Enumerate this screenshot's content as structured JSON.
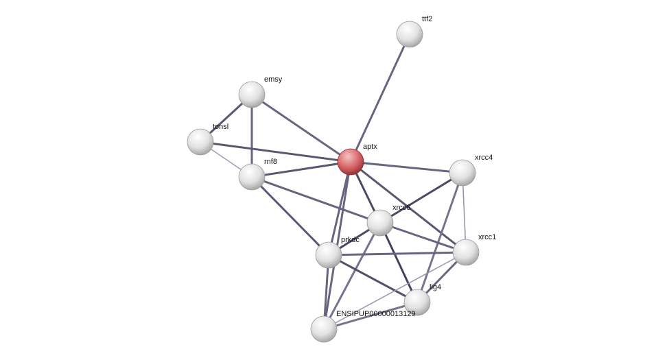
{
  "network": {
    "query_color": "#d9666a",
    "node_color": "#e4e4e4",
    "nodes": [
      {
        "id": "ttf2",
        "label": "ttf2",
        "query": false
      },
      {
        "id": "emsy",
        "label": "emsy",
        "query": false
      },
      {
        "id": "tonsl",
        "label": "tonsl",
        "query": false
      },
      {
        "id": "aptx",
        "label": "aptx",
        "query": true
      },
      {
        "id": "rnf8",
        "label": "rnf8",
        "query": false
      },
      {
        "id": "xrcc4",
        "label": "xrcc4",
        "query": false
      },
      {
        "id": "xrcc6",
        "label": "xrcc6",
        "query": false
      },
      {
        "id": "prkdc",
        "label": "prkdc",
        "query": false
      },
      {
        "id": "xrcc1",
        "label": "xrcc1",
        "query": false
      },
      {
        "id": "lig4",
        "label": "lig4",
        "query": false
      },
      {
        "id": "ensipup",
        "label": "ENSIPUP00000013129",
        "query": false
      }
    ],
    "edges": [
      [
        "ttf2",
        "aptx",
        0.7
      ],
      [
        "emsy",
        "aptx",
        0.7
      ],
      [
        "emsy",
        "tonsl",
        0.8
      ],
      [
        "emsy",
        "rnf8",
        0.7
      ],
      [
        "tonsl",
        "aptx",
        0.8
      ],
      [
        "tonsl",
        "rnf8",
        0.3
      ],
      [
        "rnf8",
        "aptx",
        0.8
      ],
      [
        "rnf8",
        "xrcc6",
        0.7
      ],
      [
        "rnf8",
        "prkdc",
        0.8
      ],
      [
        "aptx",
        "xrcc4",
        0.7
      ],
      [
        "aptx",
        "xrcc6",
        0.9
      ],
      [
        "aptx",
        "prkdc",
        0.7
      ],
      [
        "aptx",
        "xrcc1",
        0.8
      ],
      [
        "aptx",
        "ensipup",
        0.7
      ],
      [
        "xrcc4",
        "xrcc6",
        0.9
      ],
      [
        "xrcc4",
        "xrcc1",
        0.4
      ],
      [
        "xrcc4",
        "lig4",
        0.6
      ],
      [
        "xrcc6",
        "prkdc",
        0.9
      ],
      [
        "xrcc6",
        "xrcc1",
        0.7
      ],
      [
        "xrcc6",
        "lig4",
        0.95
      ],
      [
        "xrcc6",
        "ensipup",
        0.6
      ],
      [
        "prkdc",
        "xrcc1",
        0.7
      ],
      [
        "prkdc",
        "lig4",
        0.85
      ],
      [
        "prkdc",
        "ensipup",
        0.7
      ],
      [
        "xrcc1",
        "lig4",
        0.7
      ],
      [
        "xrcc1",
        "ensipup",
        0.35
      ],
      [
        "lig4",
        "ensipup",
        0.6
      ]
    ]
  }
}
